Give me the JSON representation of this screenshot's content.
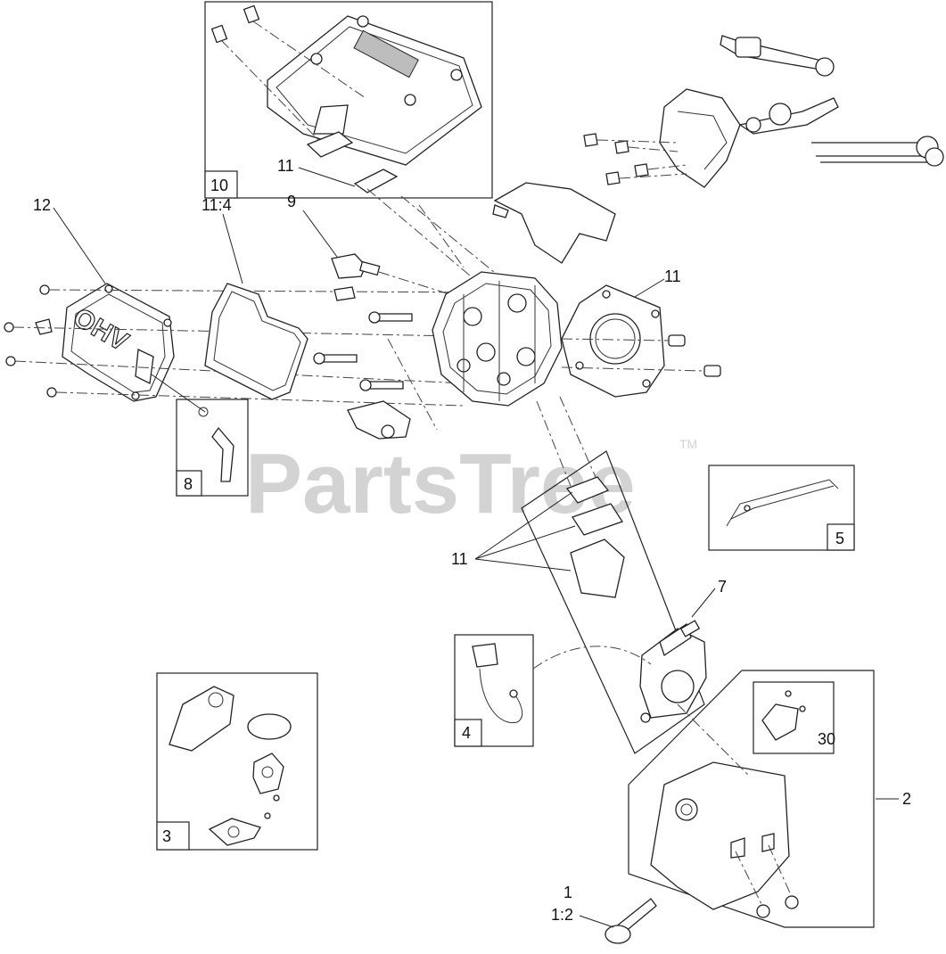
{
  "watermark": {
    "text": "PartsTree",
    "trademark": "TM"
  },
  "callouts": [
    {
      "id": "c10",
      "text": "10"
    },
    {
      "id": "c11a",
      "text": "11"
    },
    {
      "id": "c12",
      "text": "12"
    },
    {
      "id": "c11_4",
      "text": "11:4"
    },
    {
      "id": "c9",
      "text": "9"
    },
    {
      "id": "c11b",
      "text": "11"
    },
    {
      "id": "c8",
      "text": "8"
    },
    {
      "id": "c5",
      "text": "5"
    },
    {
      "id": "c11c",
      "text": "11"
    },
    {
      "id": "c7",
      "text": "7"
    },
    {
      "id": "c4",
      "text": "4"
    },
    {
      "id": "c3",
      "text": "3"
    },
    {
      "id": "c30",
      "text": "30"
    },
    {
      "id": "c2",
      "text": "2"
    },
    {
      "id": "c1",
      "text": "1"
    },
    {
      "id": "c1_2",
      "text": "1:2"
    }
  ],
  "valve_cover_text": "OHV"
}
